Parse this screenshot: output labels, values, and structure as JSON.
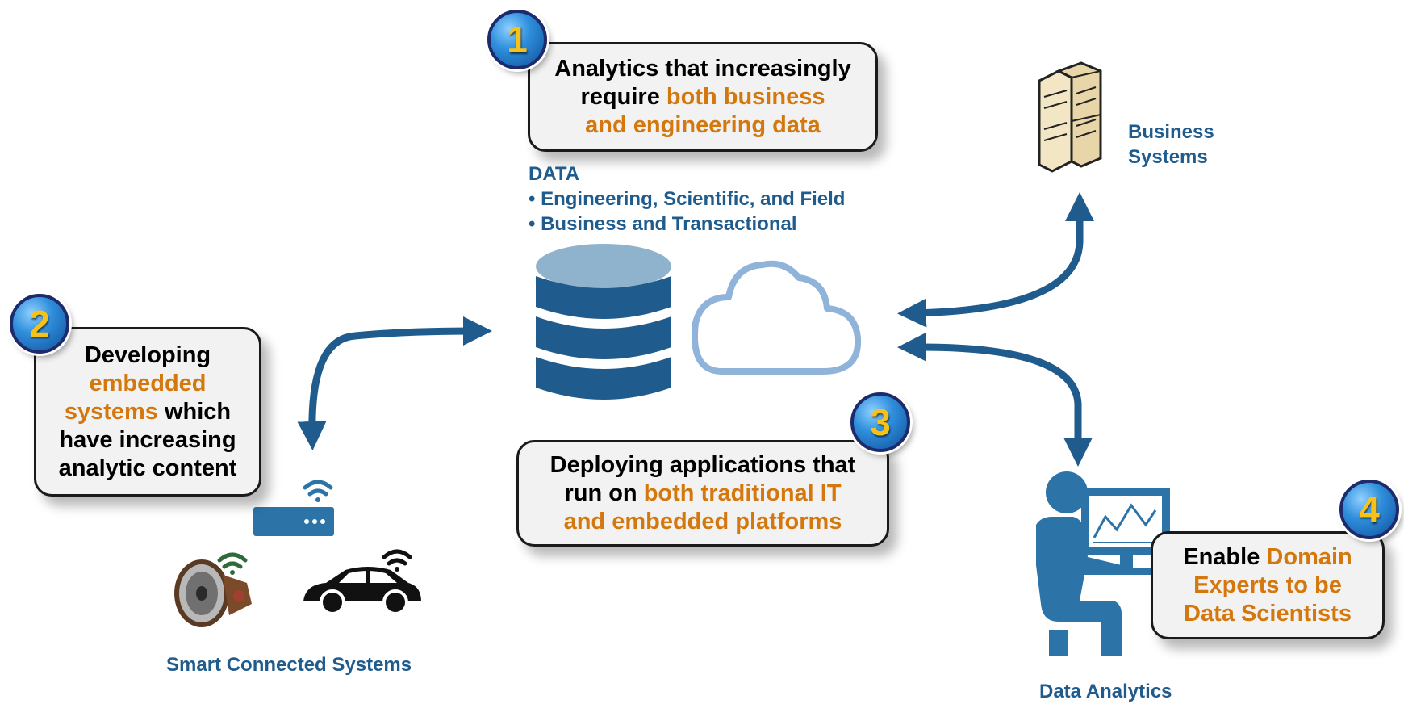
{
  "badges": {
    "b1": "1",
    "b2": "2",
    "b3": "3",
    "b4": "4"
  },
  "callouts": {
    "c1": {
      "line1": "Analytics that increasingly",
      "line2_pre": "require ",
      "line2_hl": "both business",
      "line3_hl": "and engineering data"
    },
    "c2": {
      "line1": "Developing",
      "line2_hl": "embedded",
      "line3_hl": "systems",
      "line3_post": " which",
      "line4": "have increasing",
      "line5": "analytic content"
    },
    "c3": {
      "line1": "Deploying applications that",
      "line2_pre": "run on ",
      "line2_hl": "both traditional IT",
      "line3_hl": "and embedded platforms"
    },
    "c4": {
      "line1_pre": "Enable ",
      "line1_hl": "Domain",
      "line2_hl": "Experts to be",
      "line3_hl": "Data Scientists"
    }
  },
  "data_block": {
    "title": "DATA",
    "items": [
      "• Engineering, Scientific, and Field",
      "• Business and Transactional"
    ]
  },
  "labels": {
    "business_systems_l1": "Business",
    "business_systems_l2": "Systems",
    "smart_connected": "Smart Connected Systems",
    "data_analytics": "Data Analytics"
  },
  "icons": [
    "database-icon",
    "cloud-icon",
    "server-icon",
    "router-icon",
    "wifi-icon",
    "jet-engine-icon",
    "car-icon",
    "analyst-at-computer-icon",
    "chart-monitor-icon"
  ],
  "colors": {
    "primary_blue": "#1f5b8c",
    "highlight_orange": "#d4780e",
    "badge_number": "#f6c21a",
    "cloud_outline": "#8fb3d9",
    "db_top": "#8fb3cc"
  }
}
